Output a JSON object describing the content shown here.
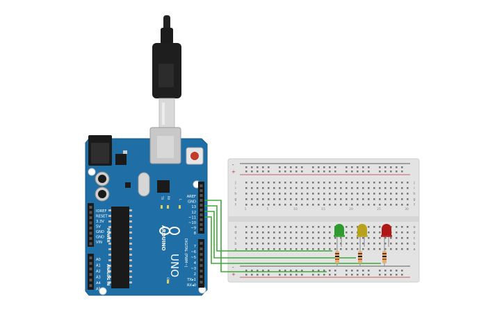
{
  "arduino": {
    "brand": "ARDUINO",
    "model": "UNO",
    "digital_label": "DIGITAL (PWM~)",
    "power_label": "POWER",
    "analog_label": "ANALOG IN",
    "on_label": "ON",
    "tx_label": "TX",
    "rx_label": "RX",
    "l_label": "L",
    "top_pins": [
      "AREF",
      "GND",
      "13",
      "12",
      "~11",
      "~10",
      "~9",
      "8"
    ],
    "bottom_pins": [
      "7",
      "~6",
      "~5",
      "4",
      "~3",
      "2",
      "TX▸1",
      "RX◂0"
    ],
    "power_pins": [
      "IOREF",
      "RESET",
      "3.3V",
      "5V",
      "GND",
      "GND",
      "VIN"
    ],
    "analog_pins": [
      "A0",
      "A1",
      "A2",
      "A3",
      "A4",
      "A5"
    ],
    "board_color": "#1f6fa6"
  },
  "breadboard": {
    "top_rail": [
      "-",
      "+"
    ],
    "bottom_rail": [
      "+",
      "-"
    ],
    "row_letters_top": [
      "j",
      "i",
      "h",
      "g",
      "f"
    ],
    "row_letters_bottom": [
      "e",
      "d",
      "c",
      "b",
      "a"
    ],
    "columns": [
      "1",
      "5",
      "10",
      "15",
      "20",
      "25",
      "30"
    ]
  },
  "leds": [
    {
      "name": "green-led",
      "color": "#2e9b2e"
    },
    {
      "name": "yellow-led",
      "color": "#b8a21c"
    },
    {
      "name": "red-led",
      "color": "#b01818"
    }
  ],
  "wire_color": "#3daa34"
}
